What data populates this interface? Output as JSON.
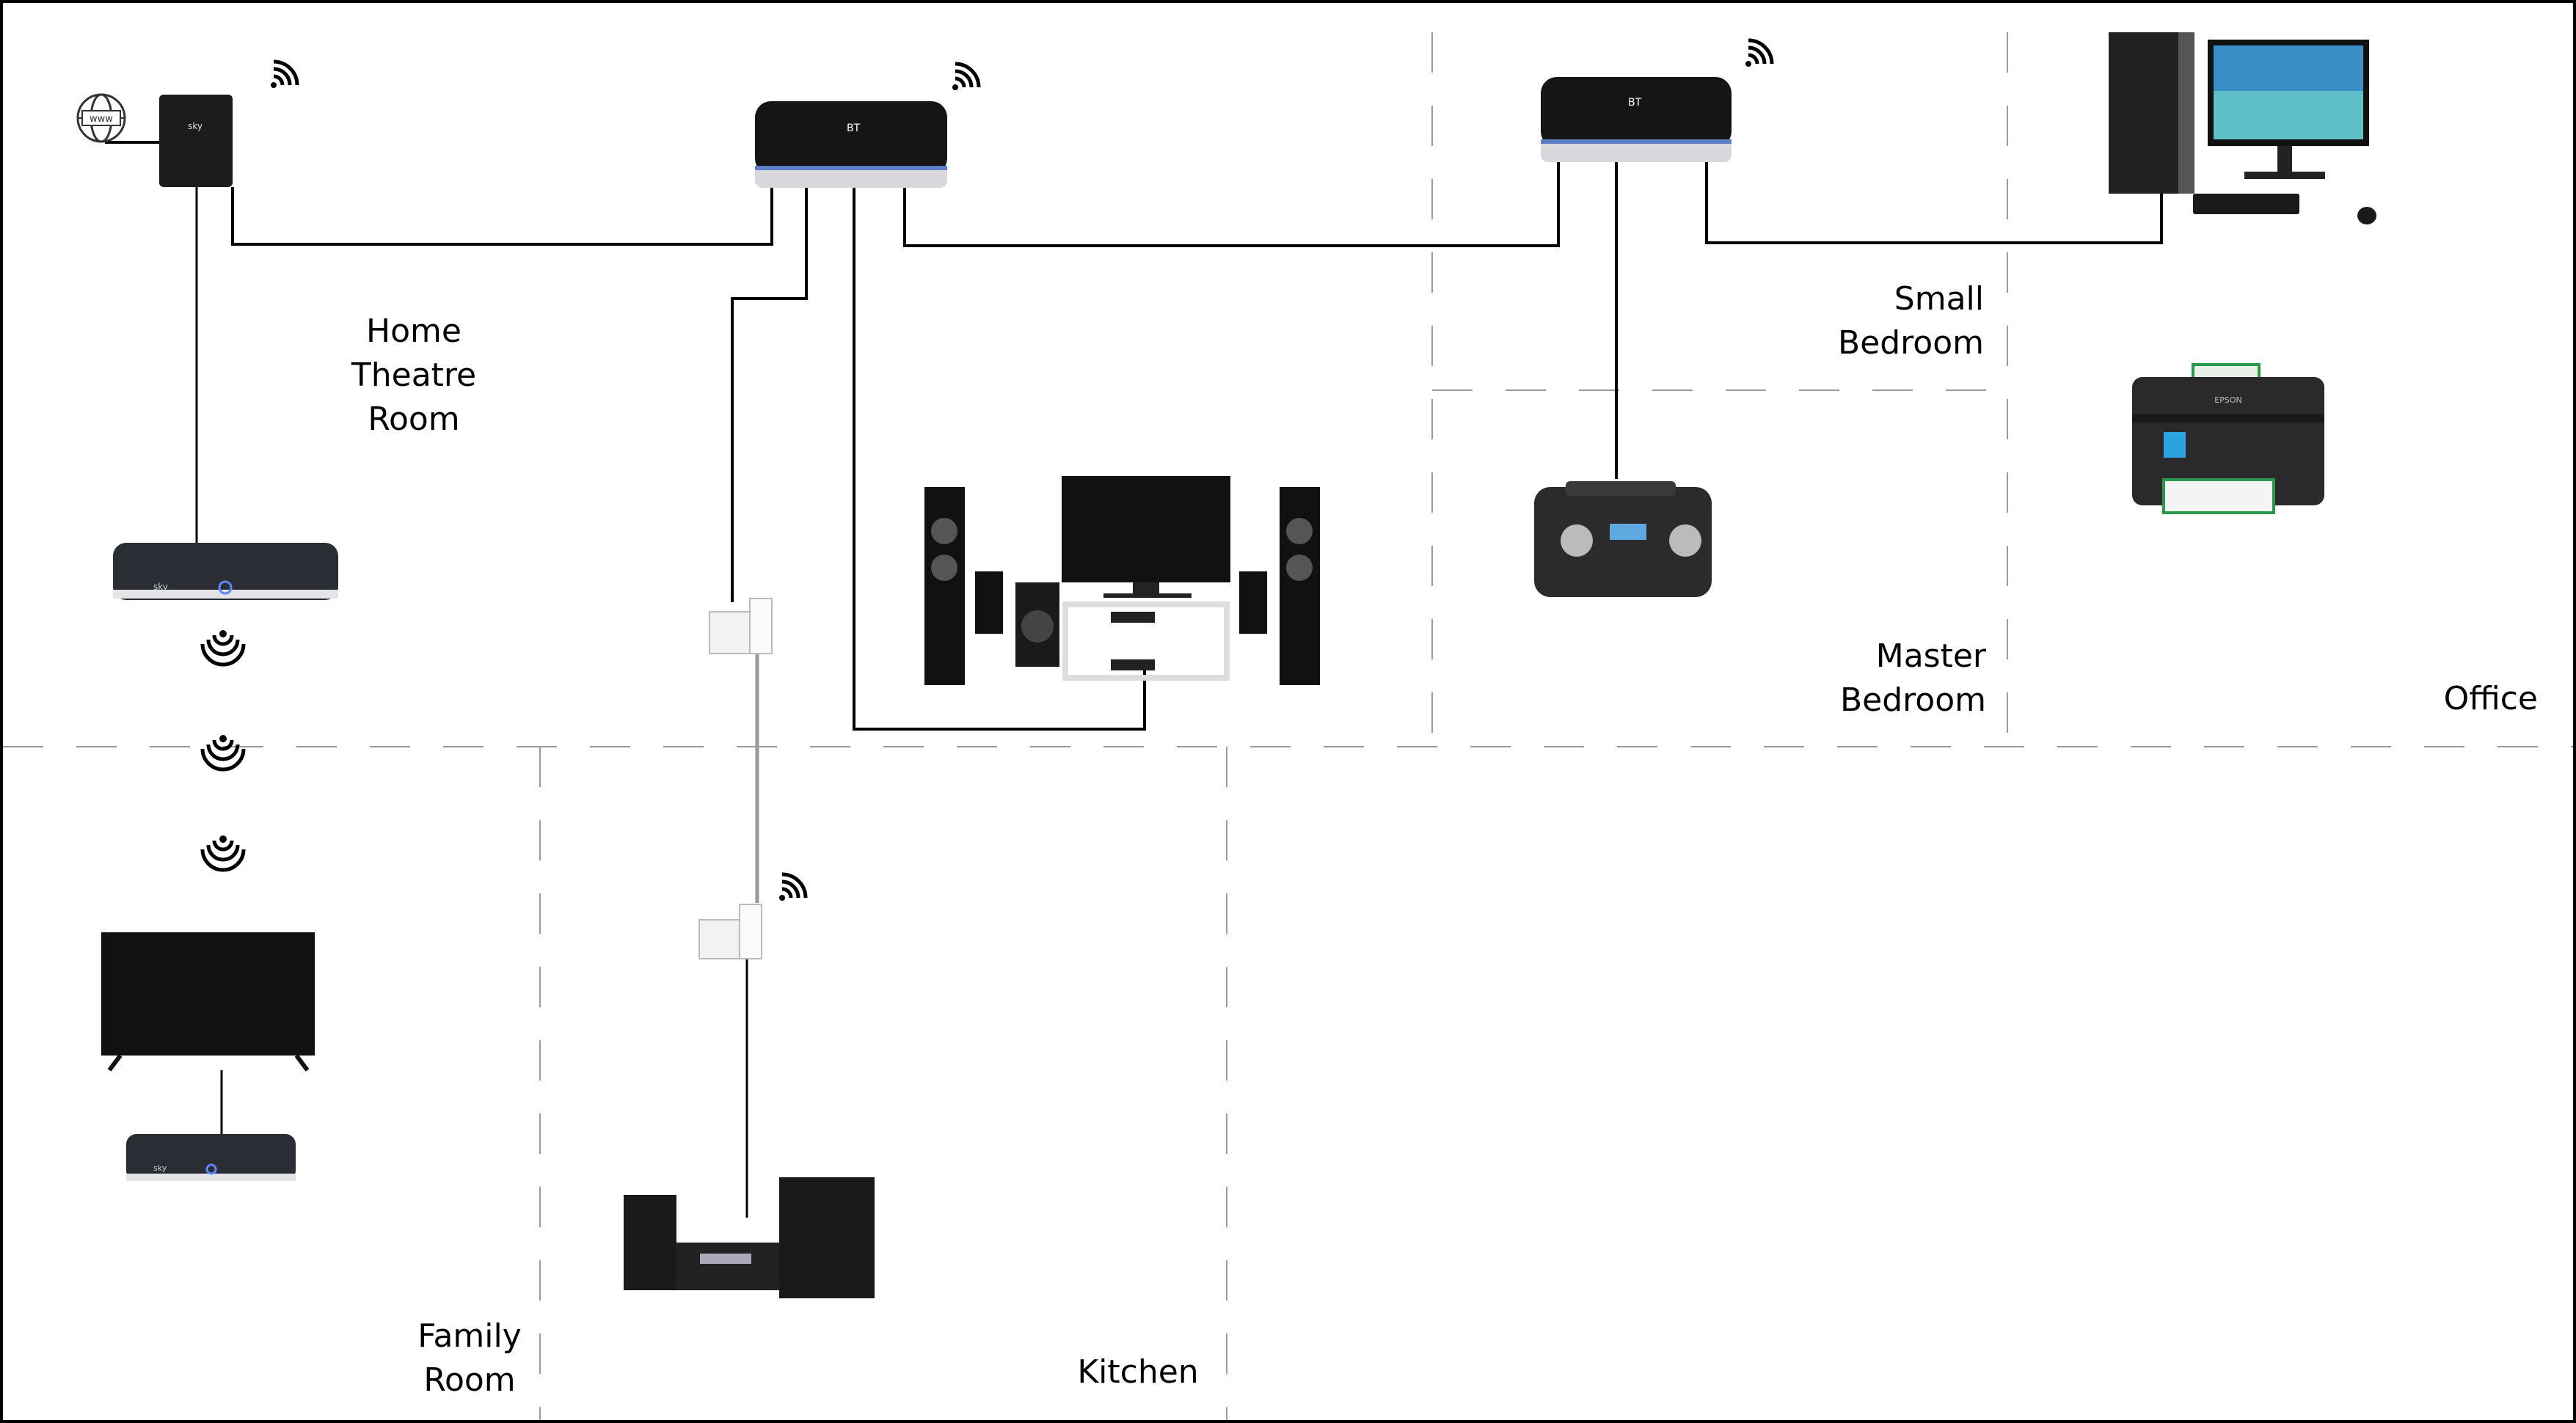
{
  "rooms": {
    "home_theatre": [
      "Home",
      "Theatre",
      "Room"
    ],
    "small_bedroom": [
      "Small",
      "Bedroom"
    ],
    "master_bedroom": [
      "Master",
      "Bedroom"
    ],
    "office": [
      "Office"
    ],
    "family_room": [
      "Family",
      "Room"
    ],
    "kitchen": [
      "Kitchen"
    ]
  },
  "devices": [
    {
      "id": "internet",
      "icon": "globe-www-icon",
      "logo": "www"
    },
    {
      "id": "sky-router",
      "icon": "router-icon",
      "logo": "sky"
    },
    {
      "id": "bt-hub-1",
      "icon": "router-icon",
      "logo": "BT"
    },
    {
      "id": "bt-hub-2",
      "icon": "router-icon",
      "logo": "BT"
    },
    {
      "id": "desktop-pc",
      "icon": "computer-icon"
    },
    {
      "id": "printer",
      "icon": "printer-icon",
      "logo": "EPSON"
    },
    {
      "id": "radio",
      "icon": "radio-icon"
    },
    {
      "id": "home-theatre-system",
      "icon": "home-theatre-icon"
    },
    {
      "id": "sky-q-box",
      "icon": "set-top-box-icon",
      "logo": "sky"
    },
    {
      "id": "tv",
      "icon": "tv-icon"
    },
    {
      "id": "sky-q-mini",
      "icon": "set-top-box-icon",
      "logo": "sky"
    },
    {
      "id": "powerline-adapter-1",
      "icon": "powerline-adapter-icon"
    },
    {
      "id": "powerline-adapter-2",
      "icon": "powerline-adapter-icon"
    },
    {
      "id": "hifi",
      "icon": "hifi-icon"
    }
  ],
  "colors": {
    "line": "#000000",
    "divider": "#9a9a9a",
    "device": "#1c1c1e",
    "hub_accent": "#5b7fc4"
  }
}
